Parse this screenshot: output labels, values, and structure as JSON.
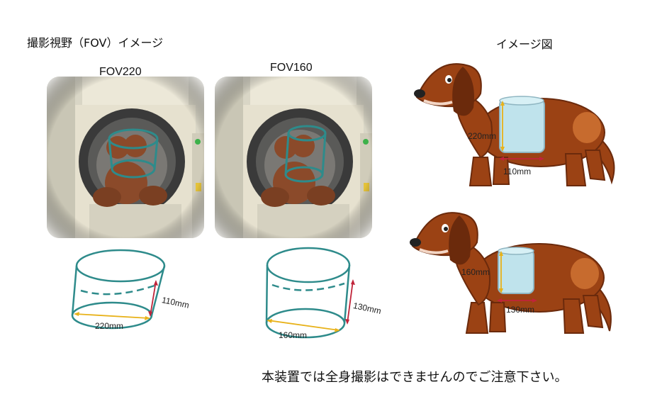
{
  "headings": {
    "left_title": "撮影視野（FOV）イメージ",
    "right_title": "イメージ図"
  },
  "panels": [
    {
      "fov_label": "FOV220",
      "diameter_label": "220mm",
      "height_label": "110mm"
    },
    {
      "fov_label": "FOV160",
      "diameter_label": "160mm",
      "height_label": "130mm"
    }
  ],
  "dog_figures": [
    {
      "diameter_label": "220mm",
      "length_label": "110mm"
    },
    {
      "diameter_label": "160mm",
      "length_label": "130mm"
    }
  ],
  "footer_note": "本装置では全身撮影はできませんのでご注意下さい。",
  "colors": {
    "cylinder_teal": "#2e8b8b",
    "dim_arrow_red": "#c0243a",
    "dim_arrow_yellow": "#e8b21a",
    "dog_brown": "#9b4214",
    "dog_dark": "#6b2a0c",
    "cylinder_blue": "#bfe3ec",
    "machine_beige": "#e6e1cf"
  },
  "icons": {
    "machine_photo": "scanner-with-dog-photo",
    "dog_illustration": "dachshund-illustration"
  }
}
